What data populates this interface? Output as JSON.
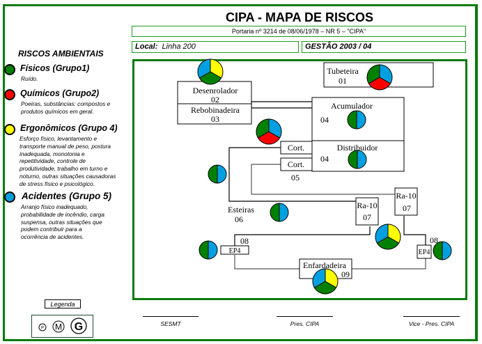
{
  "header": {
    "title": "CIPA - MAPA DE RISCOS",
    "portaria": "Portaria nº 3214 de 08/06/1978 – NR 5 – \"CIPA\"",
    "local_label": "Local:",
    "local_value": "Linha 200",
    "gestao": "GESTÃO 2003 / 04"
  },
  "colors": {
    "frame": "#0a7a0a",
    "fisicos": "#008000",
    "quimicos": "#ff0000",
    "ergonomicos": "#ffff00",
    "acidentes": "#00a0e0"
  },
  "riscos": {
    "title": "RISCOS AMBIENTAIS",
    "groups": [
      {
        "name": "Físicos (Grupo1)",
        "color": "#008000",
        "desc": [
          "Ruído."
        ]
      },
      {
        "name": "Químicos (Grupo2)",
        "color": "#ff0000",
        "desc": [
          "Poeiras, substâncias: compostos e",
          "produtos químicos em geral."
        ]
      },
      {
        "name": "Ergonômicos (Grupo 4)",
        "color": "#ffff00",
        "desc": [
          "Esforço físico, levantamento e",
          "transporte manual de peso, postura",
          "inadequada, monotonia  e",
          "repetitividade, controle de",
          "produtividade, trabalho em turno e",
          "noturno, outras situações causadoras",
          "de stress físico e psicológico."
        ]
      },
      {
        "name": "Acidentes (Grupo 5)",
        "color": "#00a0e0",
        "desc": [
          "Arranjo físico inadequado,",
          "probabilidade de incêndio, carga",
          "suspensa, outras situações que",
          "podem contribuir para a",
          "ocorrência de acidentes."
        ]
      }
    ]
  },
  "map": {
    "stations": [
      {
        "name": "Tubeteira",
        "number": "01"
      },
      {
        "name": "Desenrolador",
        "number": "02"
      },
      {
        "name": "Rebobinadeira",
        "number": "03"
      },
      {
        "name": "Acumulador",
        "number": "04"
      },
      {
        "name": "Distribuidor",
        "number": "04"
      },
      {
        "name": "Cort.",
        "number": ""
      },
      {
        "name": "Cort.",
        "number": "05"
      },
      {
        "name": "Esteiras",
        "number": "06"
      },
      {
        "name": "Ra-10",
        "number": "07"
      },
      {
        "name": "Ra-10",
        "number": "07"
      },
      {
        "name": "EP4",
        "number": "08"
      },
      {
        "name": "EP4",
        "number": "08"
      },
      {
        "name": "Enfardadeira",
        "number": "09"
      }
    ],
    "risk_circles": [
      {
        "id": "desenrolador",
        "size": "G",
        "segments": [
          "acidentes",
          "ergonomicos",
          "fisicos"
        ]
      },
      {
        "id": "tubeteira",
        "size": "G",
        "segments": [
          "acidentes",
          "quimicos",
          "fisicos"
        ]
      },
      {
        "id": "rebobinadeira",
        "size": "G",
        "segments": [
          "acidentes",
          "quimicos",
          "fisicos"
        ]
      },
      {
        "id": "acumulador",
        "size": "M",
        "segments": [
          "acidentes",
          "fisicos"
        ]
      },
      {
        "id": "distribuidor",
        "size": "M",
        "segments": [
          "acidentes",
          "fisicos"
        ]
      },
      {
        "id": "cortadeira",
        "size": "M",
        "segments": [
          "acidentes",
          "fisicos"
        ]
      },
      {
        "id": "esteiras",
        "size": "M",
        "segments": [
          "acidentes",
          "fisicos"
        ]
      },
      {
        "id": "ra10",
        "size": "G",
        "segments": [
          "ergonomicos",
          "fisicos",
          "acidentes"
        ]
      },
      {
        "id": "ep4-left",
        "size": "M",
        "segments": [
          "acidentes",
          "fisicos"
        ]
      },
      {
        "id": "ep4-right",
        "size": "M",
        "segments": [
          "acidentes",
          "fisicos"
        ]
      },
      {
        "id": "enfardadeira",
        "size": "G",
        "segments": [
          "ergonomicos",
          "fisicos",
          "acidentes"
        ]
      }
    ]
  },
  "legend": {
    "label": "Legenda",
    "sizes": [
      "P",
      "M",
      "G"
    ]
  },
  "signatures": [
    "SESMT",
    "Pres. CIPA",
    "Vice - Pres. CIPA"
  ]
}
